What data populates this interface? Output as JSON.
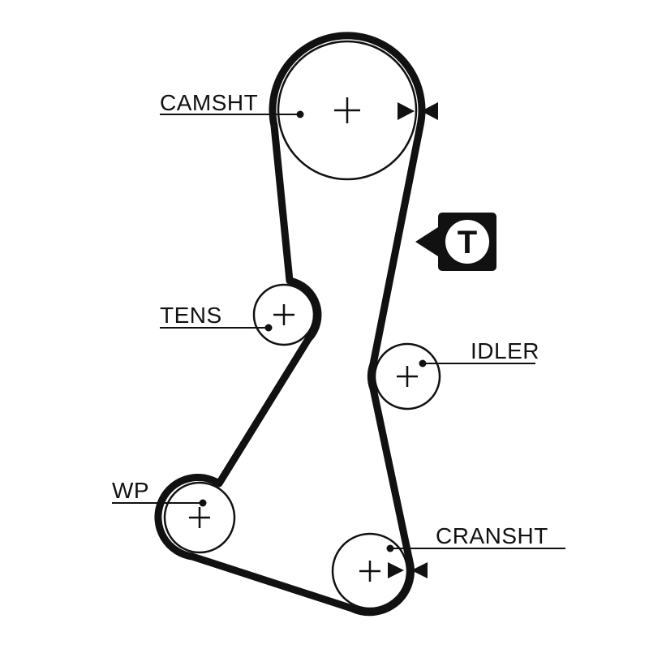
{
  "diagram": {
    "type": "timing-belt-routing-diagram",
    "background_color": "#ffffff",
    "line_color": "#111111",
    "pulleys": [
      {
        "id": "camshaft",
        "label": "CAMSHT",
        "has_timing_marks": true
      },
      {
        "id": "tensioner",
        "label": "TENS",
        "has_timing_marks": false
      },
      {
        "id": "idler",
        "label": "IDLER",
        "has_timing_marks": false
      },
      {
        "id": "water-pump",
        "label": "WP",
        "has_timing_marks": false
      },
      {
        "id": "crankshaft",
        "label": "CRANSHT",
        "has_timing_marks": true
      }
    ],
    "tension_marker": {
      "label": "T"
    }
  }
}
